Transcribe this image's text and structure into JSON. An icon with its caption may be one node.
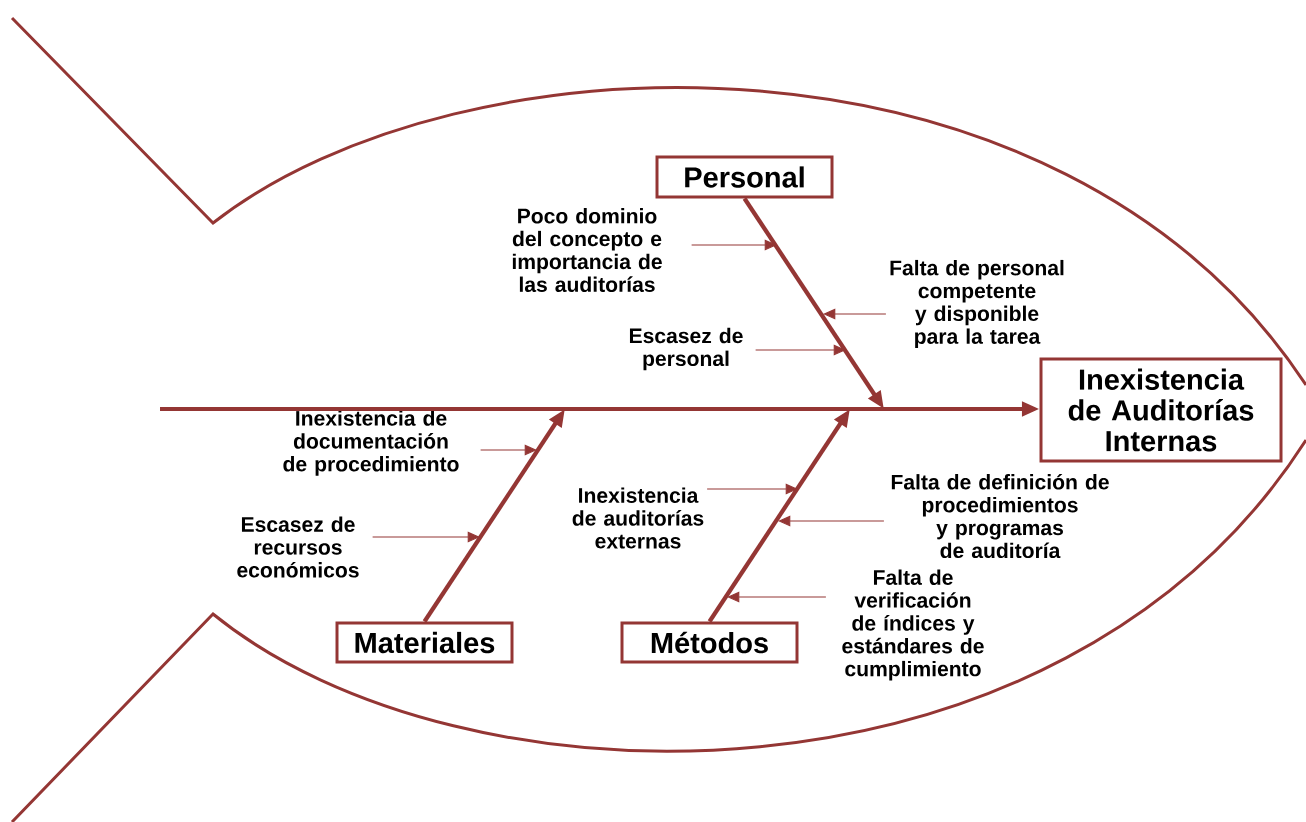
{
  "diagram": {
    "nodes": [
      {
        "text": [
          "Personal"
        ]
      },
      {
        "text": [
          "Poco dominio del concepto e importancia de las auditorías"
        ]
      },
      {
        "text": [
          "Falta de personal competente y disponible para la tarea"
        ]
      },
      {
        "text": [
          "Escasez de personal"
        ]
      },
      {
        "text": [
          "Inexistencia de Auditorías Internas"
        ]
      },
      {
        "text": [
          "Inexistencia de documentación de procedimiento"
        ]
      },
      {
        "text": [
          "Inexistencia de auditorías externas"
        ]
      },
      {
        "text": [
          "Falta de definición de procedimientos y programas de auditoría"
        ]
      },
      {
        "text": [
          "Escasez de recursos económicos"
        ]
      },
      {
        "text": [
          "Falta de verificación de índices y estándares de cumplimiento"
        ]
      },
      {
        "text": [
          "Materiales"
        ]
      },
      {
        "text": [
          "Métodos"
        ]
      }
    ],
    "edges": [
      {
        "from": null,
        "to": 4,
        "arrow": "to",
        "style": "thick"
      },
      {
        "from": 0,
        "to": null,
        "arrow": "to",
        "style": "thick"
      },
      {
        "from": 10,
        "to": null,
        "arrow": "to",
        "style": "thick"
      },
      {
        "from": 11,
        "to": null,
        "arrow": "to",
        "style": "thick"
      },
      {
        "from": 1,
        "to": null,
        "arrow": "to"
      },
      {
        "from": 2,
        "to": null,
        "arrow": "to"
      },
      {
        "from": 3,
        "to": null,
        "arrow": "to"
      },
      {
        "from": 5,
        "to": null,
        "arrow": "to"
      },
      {
        "from": 8,
        "to": null,
        "arrow": "to"
      },
      {
        "from": 6,
        "to": null,
        "arrow": "to"
      },
      {
        "from": 7,
        "to": null,
        "arrow": "to"
      },
      {
        "from": 9,
        "to": null,
        "arrow": "to"
      }
    ]
  }
}
